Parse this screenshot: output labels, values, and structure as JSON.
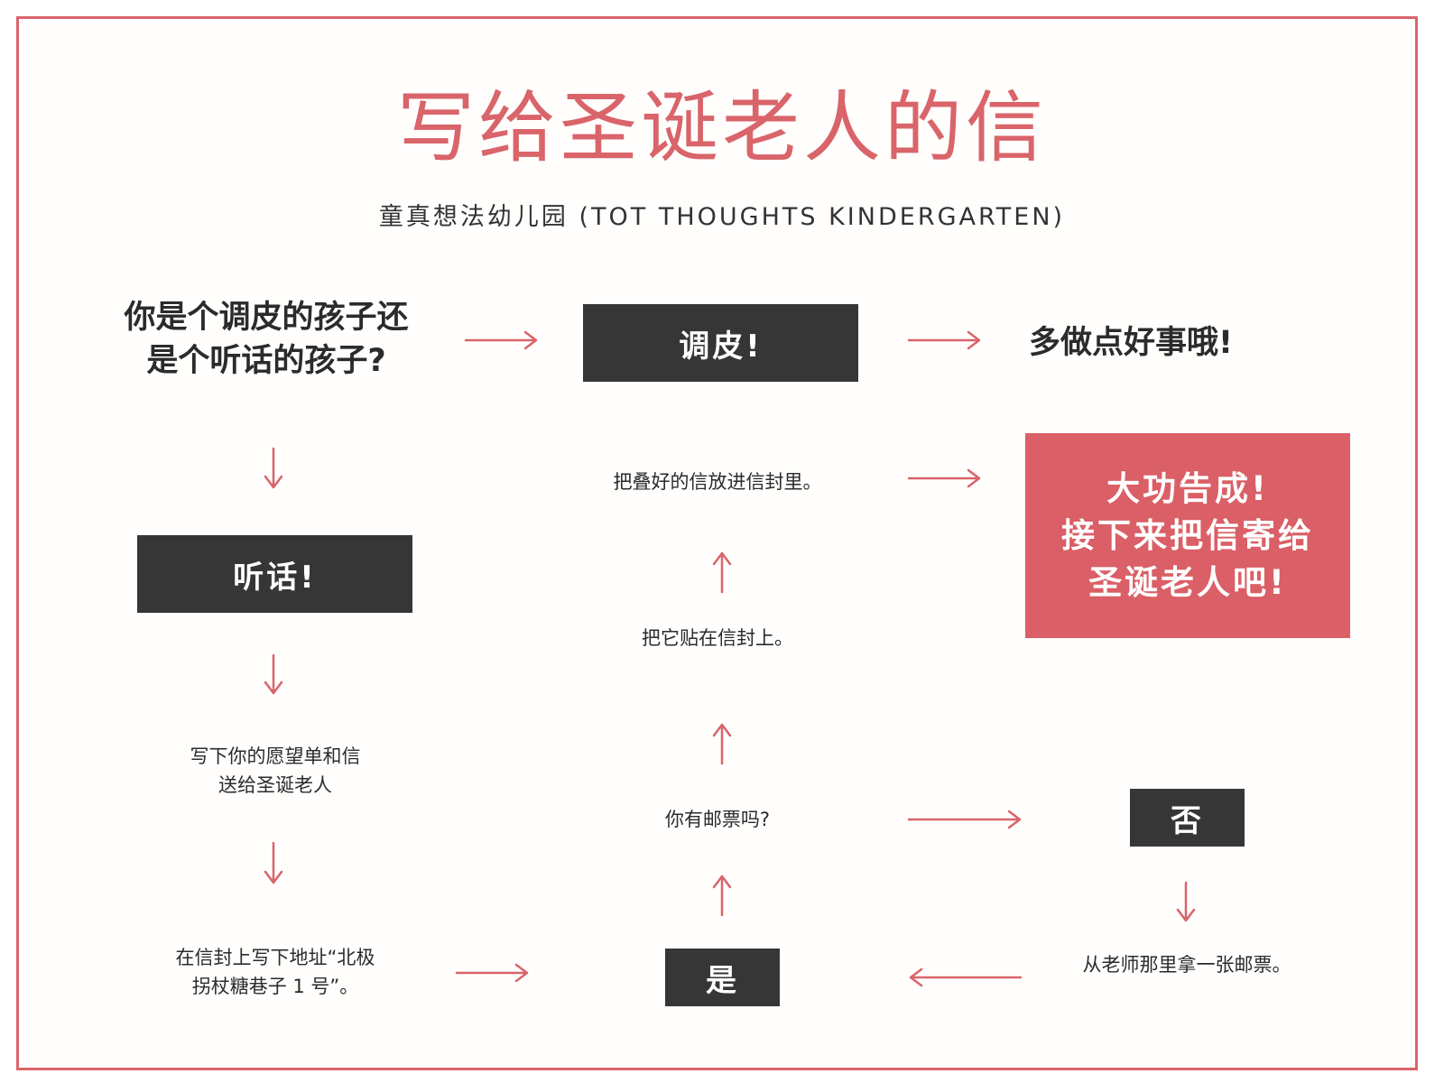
{
  "header": {
    "title": "写给圣诞老人的信",
    "subtitle": "童真想法幼儿园 (TOT THOUGHTS KINDERGARTEN)"
  },
  "nodes": {
    "question": "你是个调皮的孩子还\n是个听话的孩子?",
    "naughty": "调皮!",
    "do_good": "多做点好事哦!",
    "good": "听话!",
    "write_list": "写下你的愿望单和信\n送给圣诞老人",
    "write_address": "在信封上写下地址“北极\n拐杖糖巷子 1 号”。",
    "yes": "是",
    "have_stamp": "你有邮票吗?",
    "no": "否",
    "get_stamp": "从老师那里拿一张邮票。",
    "stick_stamp": "把它贴在信封上。",
    "fold_letter": "把叠好的信放进信封里。",
    "done": "大功告成!\n接下来把信寄给\n圣诞老人吧!"
  },
  "colors": {
    "accent": "#d9646a",
    "dark_box": "#363636",
    "done_box": "#da5f66",
    "text": "#2b2b2b"
  }
}
